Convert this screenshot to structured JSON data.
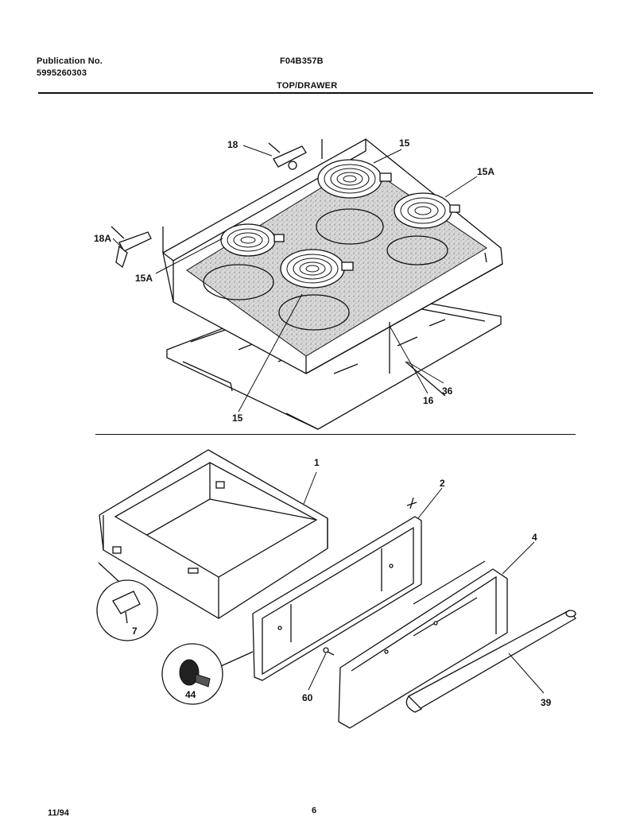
{
  "header": {
    "publication_label": "Publication No.",
    "publication_number": "5995260303",
    "model": "F04B357B",
    "section_title": "TOP/DRAWER"
  },
  "footer": {
    "date": "11/94",
    "page": "6"
  },
  "callouts": {
    "c18": "18",
    "c15_top": "15",
    "c15a_right": "15A",
    "c18a": "18A",
    "c15a_left": "15A",
    "c15_bottom": "15",
    "c16": "16",
    "c36": "36",
    "c1": "1",
    "c2": "2",
    "c4": "4",
    "c7": "7",
    "c44": "44",
    "c60": "60",
    "c39": "39"
  }
}
